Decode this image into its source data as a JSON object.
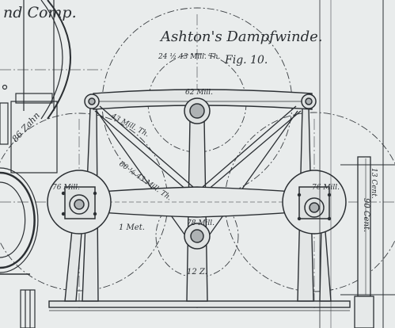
{
  "header": {
    "company_fragment": "nd Comp.",
    "title": "Ashton's Dampfwinde.",
    "figure": "Fig. 10."
  },
  "labels": {
    "gear_upper_arc": "24 ½ 43 Mill. Th.",
    "top_shaft": "62 Mill.",
    "chain_wheel_teeth": "86 Zahn",
    "left_diagonal": "43 Mill. Th.",
    "crank_diagonal": "60 ½ 43 Mill. Th.",
    "left_bearing": "76 Mill.",
    "right_bearing": "76 Mill.",
    "center_shaft": "78 Mill.",
    "stroke": "1 Met.",
    "column": "12 Z.",
    "right_post": "13 Cent.",
    "right_vertical": "90 Cent."
  },
  "colors": {
    "paper": "#e9ecec",
    "ink": "#2b2f33"
  }
}
